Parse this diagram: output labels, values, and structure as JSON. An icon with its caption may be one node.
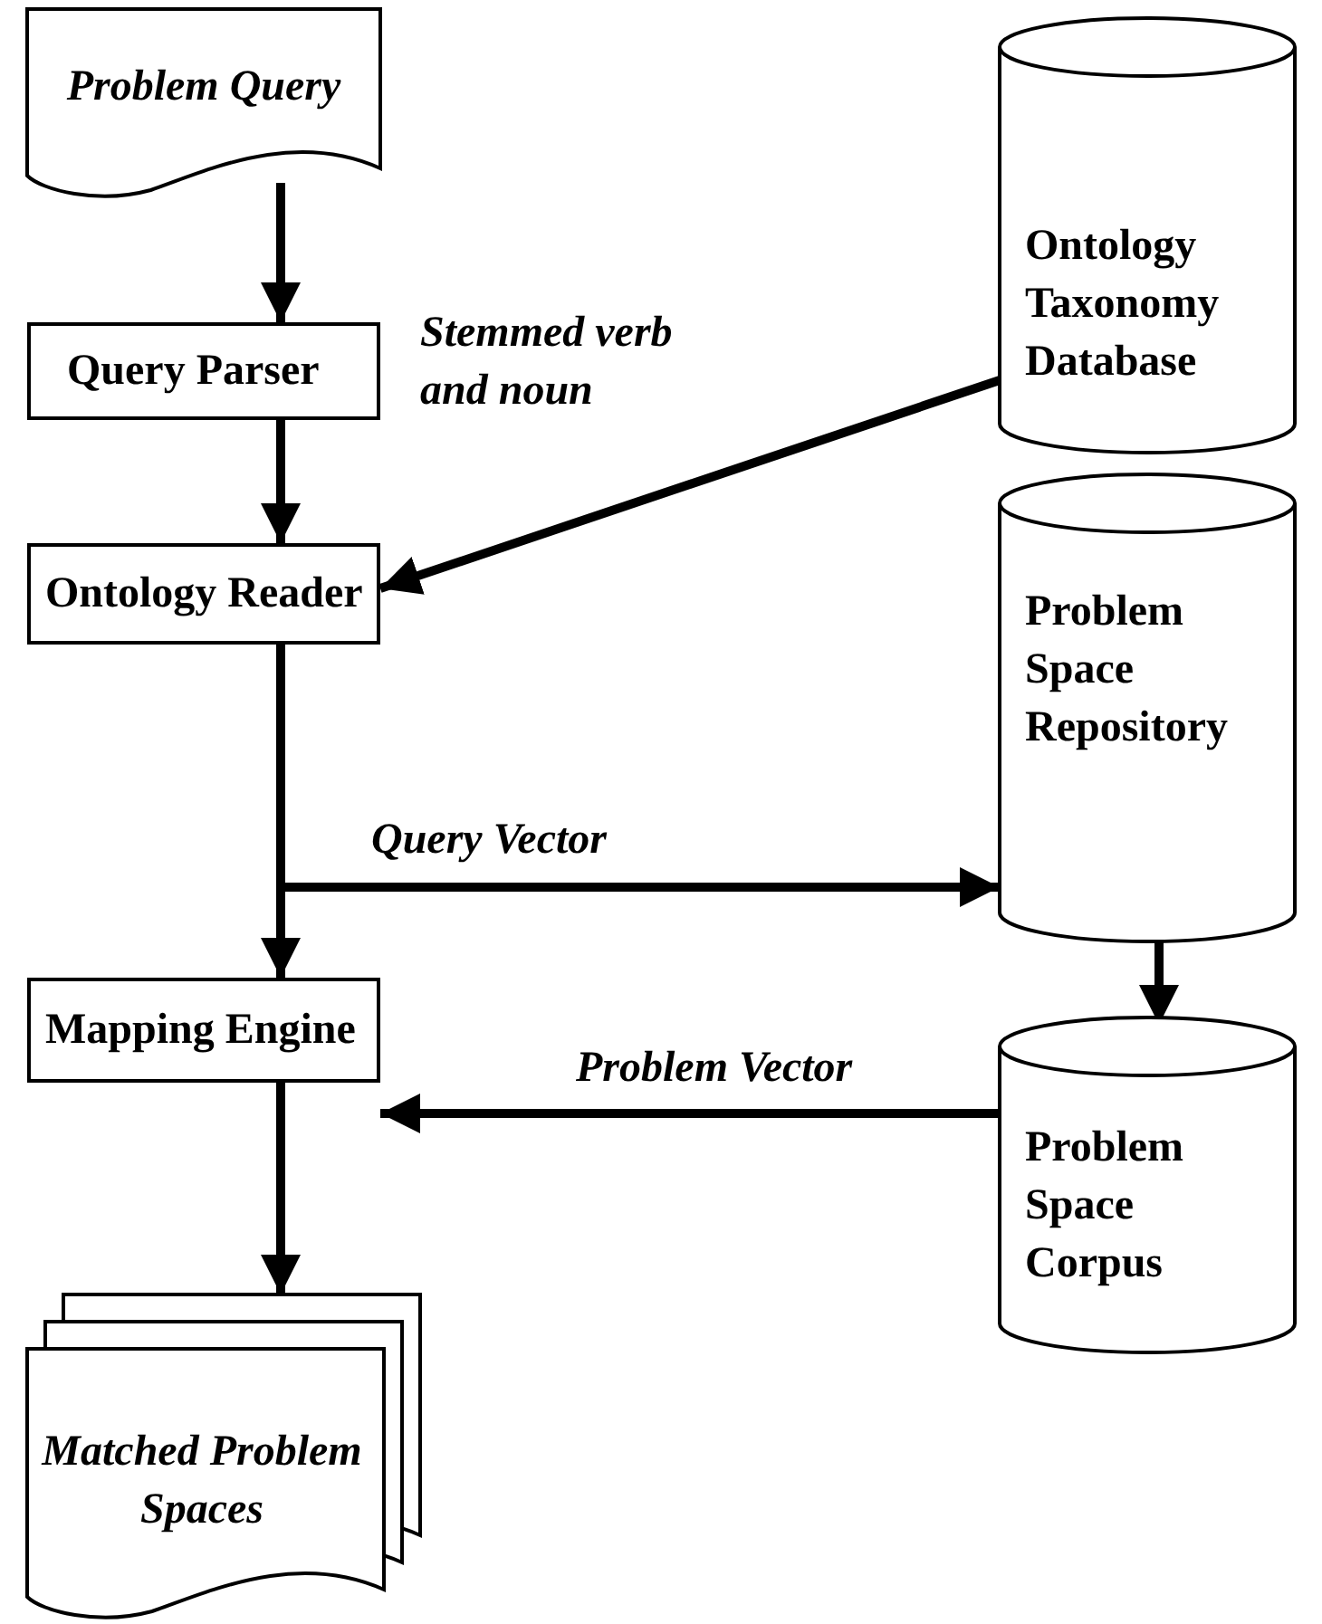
{
  "diagram": {
    "nodes": [
      {
        "text": [
          "Problem Query"
        ]
      },
      {
        "text": [
          "Query Parser"
        ]
      },
      {
        "text": [
          "Ontology Taxonomy Database"
        ]
      },
      {
        "text": [
          "Ontology Reader"
        ]
      },
      {
        "text": [
          "Problem Space Repository"
        ]
      },
      {
        "text": [
          "Mapping Engine"
        ]
      },
      {
        "text": [
          "Problem Space Corpus"
        ]
      },
      {
        "text": [
          "Matched Problem Spaces"
        ]
      }
    ],
    "edges": [
      {
        "from": 0,
        "to": 1,
        "arrow": "to"
      },
      {
        "from": 1,
        "to": 3,
        "arrow": "to",
        "label": "Stemmed verb and noun"
      },
      {
        "from": 2,
        "to": 3,
        "arrow": "to"
      },
      {
        "from": 3,
        "to": 5,
        "arrow": "to"
      },
      {
        "from": 3,
        "to": 4,
        "arrow": "to",
        "label": "Query Vector"
      },
      {
        "from": 4,
        "to": 6,
        "arrow": "to"
      },
      {
        "from": 6,
        "to": 5,
        "arrow": "to",
        "label": "Problem Vector"
      },
      {
        "from": 5,
        "to": 7,
        "arrow": "to"
      }
    ]
  }
}
